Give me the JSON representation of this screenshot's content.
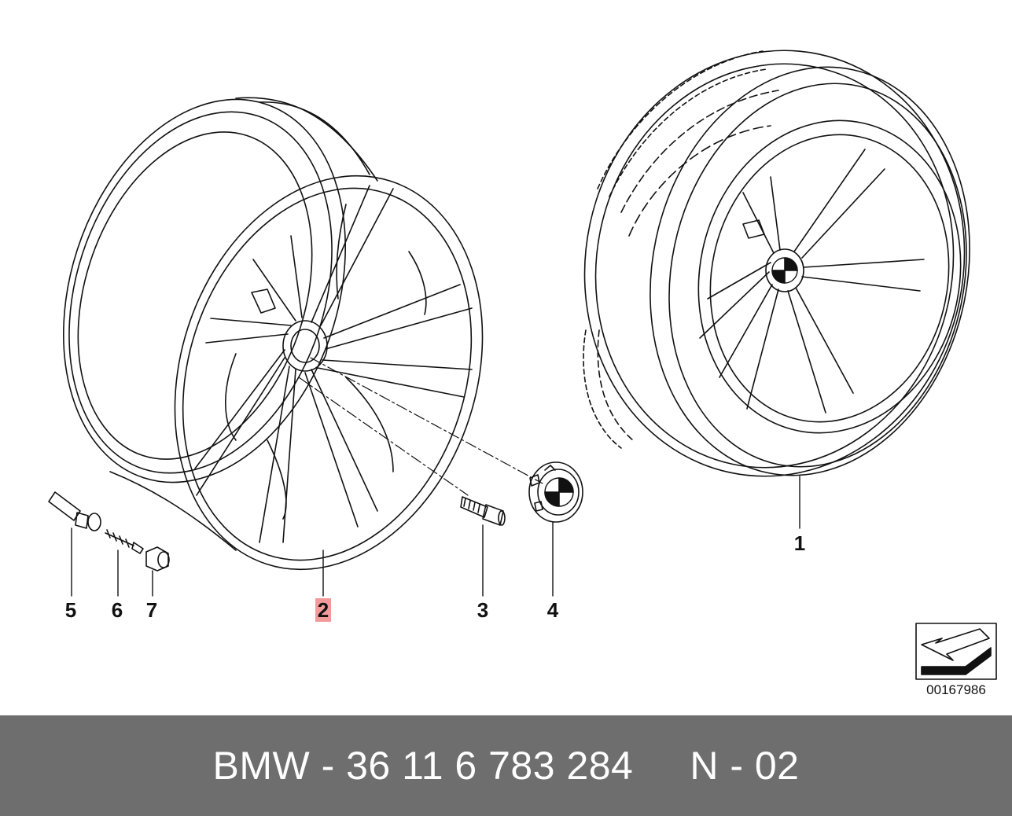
{
  "callouts": {
    "c1": "1",
    "c2": "2",
    "c3": "3",
    "c4": "4",
    "c5": "5",
    "c6": "6",
    "c7": "7"
  },
  "highlight_color": "#f29b9b",
  "drawing_number": "00167986",
  "footer": {
    "text": "BMW - 36 11 6 783 284     N - 02",
    "background": "#6e6e6e"
  },
  "icons": {
    "view_arrow": "arrow-down-left-icon",
    "logo": "bmw-roundel-icon"
  }
}
